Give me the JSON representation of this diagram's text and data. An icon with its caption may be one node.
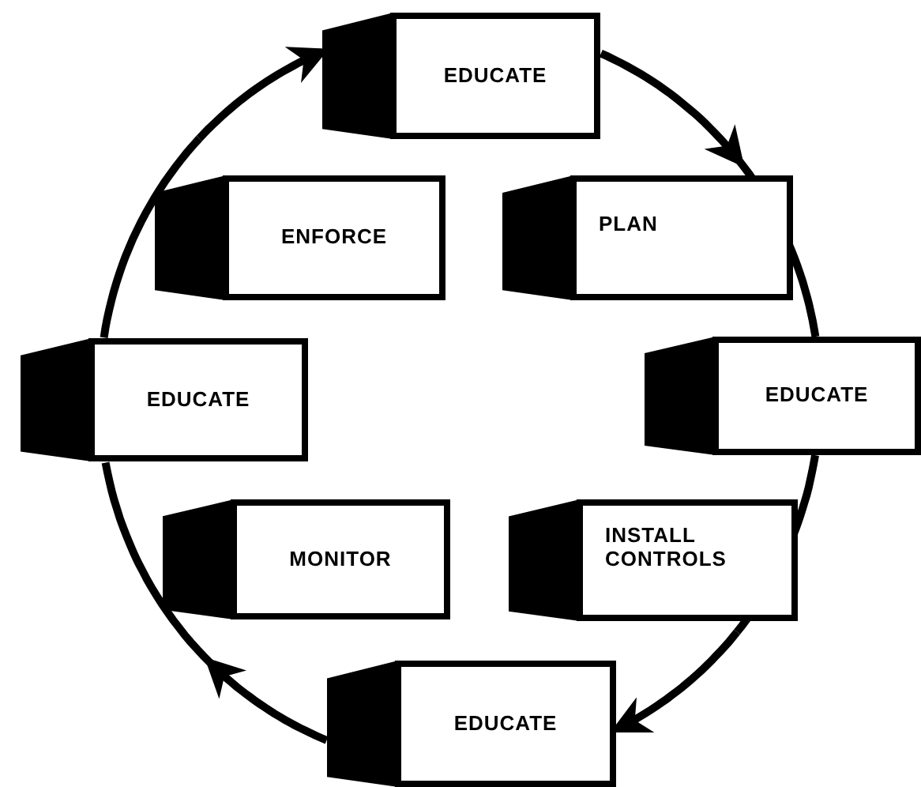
{
  "diagram": {
    "nodes": [
      {
        "text": [
          "EDUCATE"
        ]
      },
      {
        "text": [
          "ENFORCE"
        ]
      },
      {
        "text": [
          "PLAN"
        ]
      },
      {
        "text": [
          "EDUCATE"
        ]
      },
      {
        "text": [
          "EDUCATE"
        ]
      },
      {
        "text": [
          "MONITOR"
        ]
      },
      {
        "text": [
          "INSTALL CONTROLS"
        ]
      },
      {
        "text": [
          "EDUCATE"
        ]
      }
    ],
    "edges": [
      {
        "from": 0,
        "to": 2,
        "arrow": "to"
      },
      {
        "from": 2,
        "to": 4,
        "arrow": "none"
      },
      {
        "from": 4,
        "to": 6,
        "arrow": "none"
      },
      {
        "from": 6,
        "to": 7,
        "arrow": "to"
      },
      {
        "from": 7,
        "to": 5,
        "arrow": "to"
      },
      {
        "from": 5,
        "to": 3,
        "arrow": "none"
      },
      {
        "from": 3,
        "to": 1,
        "arrow": "none"
      },
      {
        "from": 1,
        "to": 0,
        "arrow": "to"
      }
    ]
  }
}
